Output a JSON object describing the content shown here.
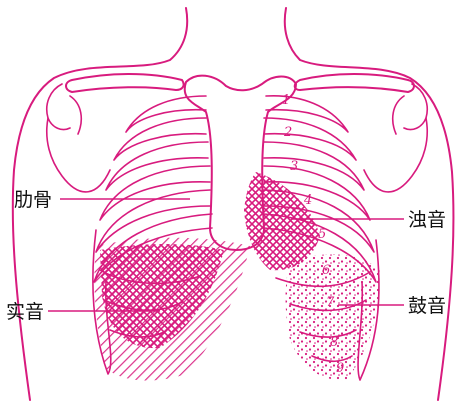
{
  "labels": {
    "rib": "肋骨",
    "dull": "浊音",
    "solid": "实音",
    "tympanic": "鼓音"
  },
  "rib_numbers": [
    "1",
    "2",
    "3",
    "4",
    "5",
    "6",
    "7",
    "8",
    "9"
  ],
  "colors": {
    "ink": "#d81b7e",
    "text": "#111111",
    "background": "#ffffff"
  }
}
